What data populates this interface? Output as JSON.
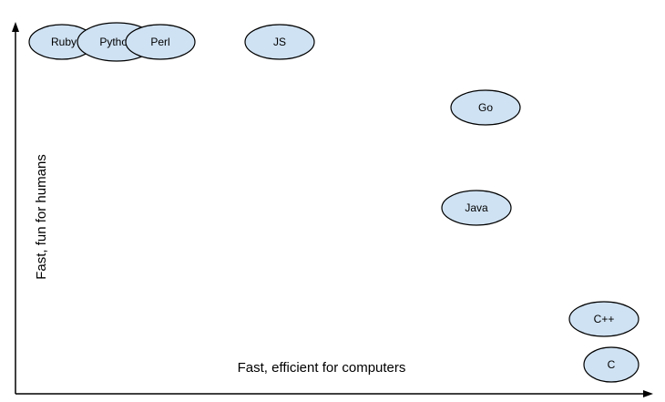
{
  "x_axis": {
    "label": "Fast, efficient for computers"
  },
  "y_axis": {
    "label": "Fast, fun for humans"
  },
  "colors": {
    "bubble_fill": "#cfe2f3",
    "outline": "#000000",
    "axis": "#000000"
  },
  "languages": [
    {
      "id": "ruby",
      "label": "Ruby",
      "truncated": true
    },
    {
      "id": "python",
      "label": "Python",
      "truncated": true
    },
    {
      "id": "perl",
      "label": "Perl",
      "truncated": false
    },
    {
      "id": "js",
      "label": "JS",
      "truncated": false
    },
    {
      "id": "go",
      "label": "Go",
      "truncated": false
    },
    {
      "id": "java",
      "label": "Java",
      "truncated": false
    },
    {
      "id": "cpp",
      "label": "C++",
      "truncated": false
    },
    {
      "id": "c",
      "label": "C",
      "truncated": false
    }
  ]
}
